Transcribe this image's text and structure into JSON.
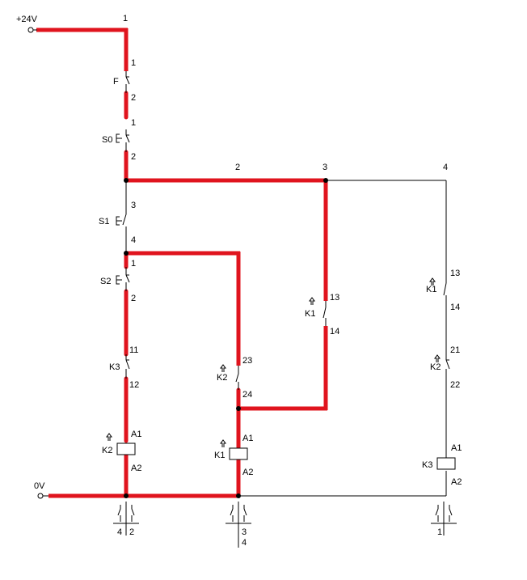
{
  "supply": {
    "top": "+24V",
    "bottom": "0V"
  },
  "column_numbers": [
    "1",
    "2",
    "3",
    "4"
  ],
  "col1": {
    "F": {
      "name": "F",
      "t1": "1",
      "t2": "2"
    },
    "S0": {
      "name": "S0",
      "t1": "1",
      "t2": "2"
    },
    "S1": {
      "name": "S1",
      "t1": "3",
      "t2": "4"
    },
    "S2": {
      "name": "S2",
      "t1": "1",
      "t2": "2"
    },
    "K3": {
      "name": "K3",
      "t1": "11",
      "t2": "12"
    },
    "coil": {
      "name": "K2",
      "a1": "A1",
      "a2": "A2"
    }
  },
  "col2": {
    "K2": {
      "name": "K2",
      "t1": "23",
      "t2": "24"
    },
    "coil": {
      "name": "K1",
      "a1": "A1",
      "a2": "A2"
    }
  },
  "col3": {
    "K1": {
      "name": "K1",
      "t1": "13",
      "t2": "14"
    }
  },
  "col4": {
    "K1": {
      "name": "K1",
      "t1": "13",
      "t2": "14"
    },
    "K2": {
      "name": "K2",
      "t1": "21",
      "t2": "22"
    },
    "coil": {
      "name": "K3",
      "a1": "A1",
      "a2": "A2"
    }
  },
  "refs": {
    "r1": {
      "a": "4",
      "b": "2"
    },
    "r2": {
      "a": "3",
      "b": "4"
    },
    "r3": {
      "a": "1"
    }
  },
  "colors": {
    "energized": "#e0141e",
    "wire": "#000000"
  }
}
